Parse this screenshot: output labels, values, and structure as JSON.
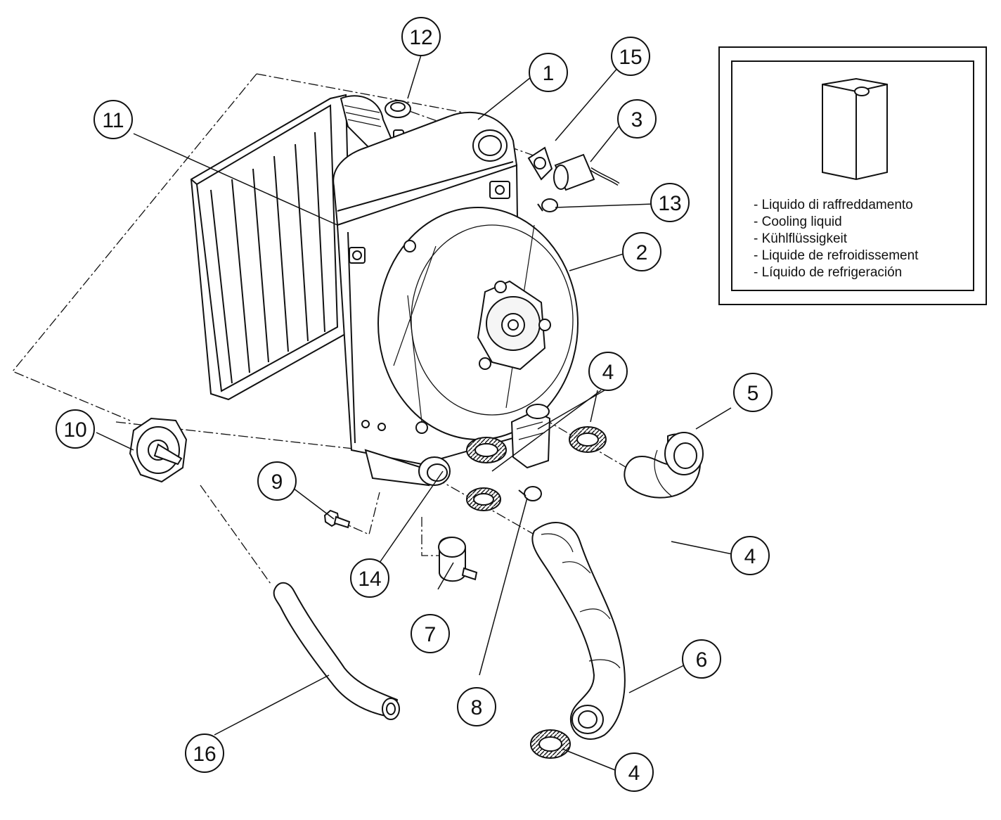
{
  "callouts": [
    {
      "id": "c1",
      "label": "1"
    },
    {
      "id": "c2",
      "label": "2"
    },
    {
      "id": "c3",
      "label": "3"
    },
    {
      "id": "c4a",
      "label": "4"
    },
    {
      "id": "c4b",
      "label": "4"
    },
    {
      "id": "c4c",
      "label": "4"
    },
    {
      "id": "c5",
      "label": "5"
    },
    {
      "id": "c6",
      "label": "6"
    },
    {
      "id": "c7",
      "label": "7"
    },
    {
      "id": "c8",
      "label": "8"
    },
    {
      "id": "c9",
      "label": "9"
    },
    {
      "id": "c10",
      "label": "10"
    },
    {
      "id": "c11",
      "label": "11"
    },
    {
      "id": "c12",
      "label": "12"
    },
    {
      "id": "c13",
      "label": "13"
    },
    {
      "id": "c14",
      "label": "14"
    },
    {
      "id": "c15",
      "label": "15"
    },
    {
      "id": "c16",
      "label": "16"
    }
  ],
  "legend": {
    "lines": [
      "- Liquido di raffreddamento",
      "- Cooling liquid",
      "- Kühlflüssigkeit",
      "- Liquide de refroidissement",
      "- Líquido de refrigeración"
    ]
  },
  "colors": {
    "line": "#111111",
    "fill": "#ffffff",
    "shade": "#e8e8e8"
  }
}
